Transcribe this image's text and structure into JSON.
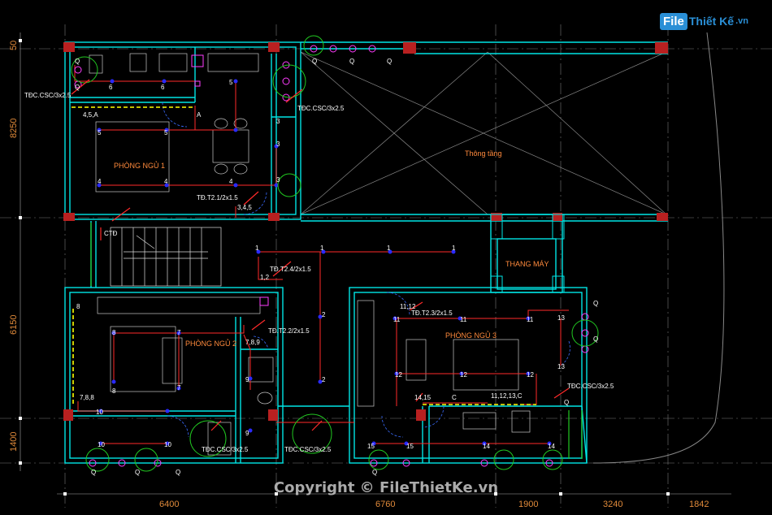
{
  "watermark": {
    "logo_part1": "File",
    "logo_part2": "Thiết Kế",
    "logo_part3": ".vn",
    "copyright": "Copyright © FileThietKe.vn"
  },
  "dims_left": [
    "50",
    "8250",
    "6150",
    "1400"
  ],
  "dims_bottom": [
    "6400",
    "6760",
    "1900",
    "3240",
    "1842"
  ],
  "rooms": {
    "bedroom1": "PHÒNG NGỦ 1",
    "bedroom2": "PHÒNG NGỦ 2",
    "bedroom3": "PHÒNG NGỦ 3",
    "void": "Thông tầng",
    "elevator": "THANG MÁY"
  },
  "panels": [
    "TĐC.CSC/3x2.5",
    "TĐC.CSC/3x2.5",
    "TĐ.T2.1/2x1.5",
    "TĐ.T2.4/2x1.5",
    "TĐ.T2.2/2x1.5",
    "TĐ.T2.3/2x1.5",
    "TĐC.CSC/3x2.5",
    "TĐC.CSC/3x2.5",
    "TĐC.CSC/3x2.5"
  ],
  "circuit_labels": [
    "6",
    "6",
    "5",
    "5",
    "5",
    "4",
    "4",
    "4",
    "3",
    "3",
    "3",
    "4,5,A",
    "A",
    "3,4,5",
    "1",
    "1",
    "1",
    "1",
    "1,2",
    "2",
    "2",
    "8",
    "8",
    "7",
    "7",
    "8",
    "7,8,8",
    "7,8,9",
    "9",
    "9",
    "10",
    "10",
    "10",
    "11,12",
    "11",
    "11",
    "11",
    "13",
    "12",
    "12",
    "12",
    "14,15",
    "C",
    "11,12,13,C",
    "13",
    "15",
    "15",
    "14",
    "14",
    "Q",
    "Q",
    "Q",
    "Q",
    "Q",
    "Q",
    "Q",
    "Q",
    "Q",
    "Q",
    "Q",
    "Q",
    "CTĐ"
  ],
  "colors": {
    "wall": "#00e5e5",
    "wire": "#ff2a2a",
    "magenta": "#ff3cff",
    "grid": "#777777",
    "furniture": "#c8c8c8",
    "dim": "#e08a3a",
    "green": "#21c821",
    "yellow": "#ffff00"
  }
}
